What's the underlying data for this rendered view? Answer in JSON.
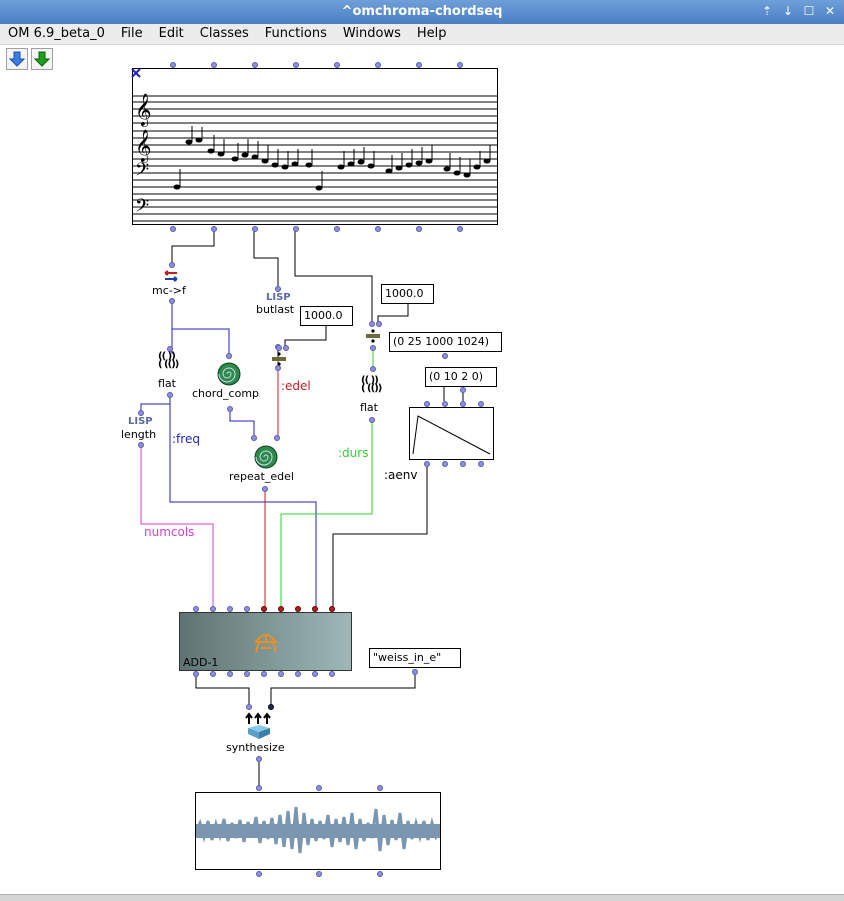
{
  "window": {
    "title": "^omchroma-chordseq",
    "controls": [
      "⇡",
      "↓",
      "☐",
      "✕"
    ]
  },
  "menu": [
    "OM 6.9_beta_0",
    "File",
    "Edit",
    "Classes",
    "Functions",
    "Windows",
    "Help"
  ],
  "toolbar": {
    "up_icon": "blue-down-arrow-icon",
    "down_icon": "green-down-arrow-icon"
  },
  "nodes": {
    "mcf": "mc->f",
    "butlast": "butlast",
    "flat1": "flat",
    "chord_comp": "chord_comp",
    "length": "length",
    "repeat_edel": "repeat_edel",
    "flat2": "flat",
    "add1": "ADD-1",
    "synthesize": "synthesize",
    "lisp_tag": "LISP"
  },
  "values": {
    "v1000a": "1000.0",
    "v1000b": "1000.0",
    "bpf_x": "(0 25 1000 1024)",
    "bpf_y": "(0 10 2 0)",
    "sound": "\"weiss_in_e\""
  },
  "wire_labels": {
    "edel": ":edel",
    "freq": ":freq",
    "durs": ":durs",
    "aenv": ":aenv",
    "numcols": "numcols"
  },
  "colors": {
    "freq": "#2020c0",
    "edel": "#c02020",
    "durs": "#30d030",
    "numcols": "#d040d0",
    "black": "#000000"
  }
}
